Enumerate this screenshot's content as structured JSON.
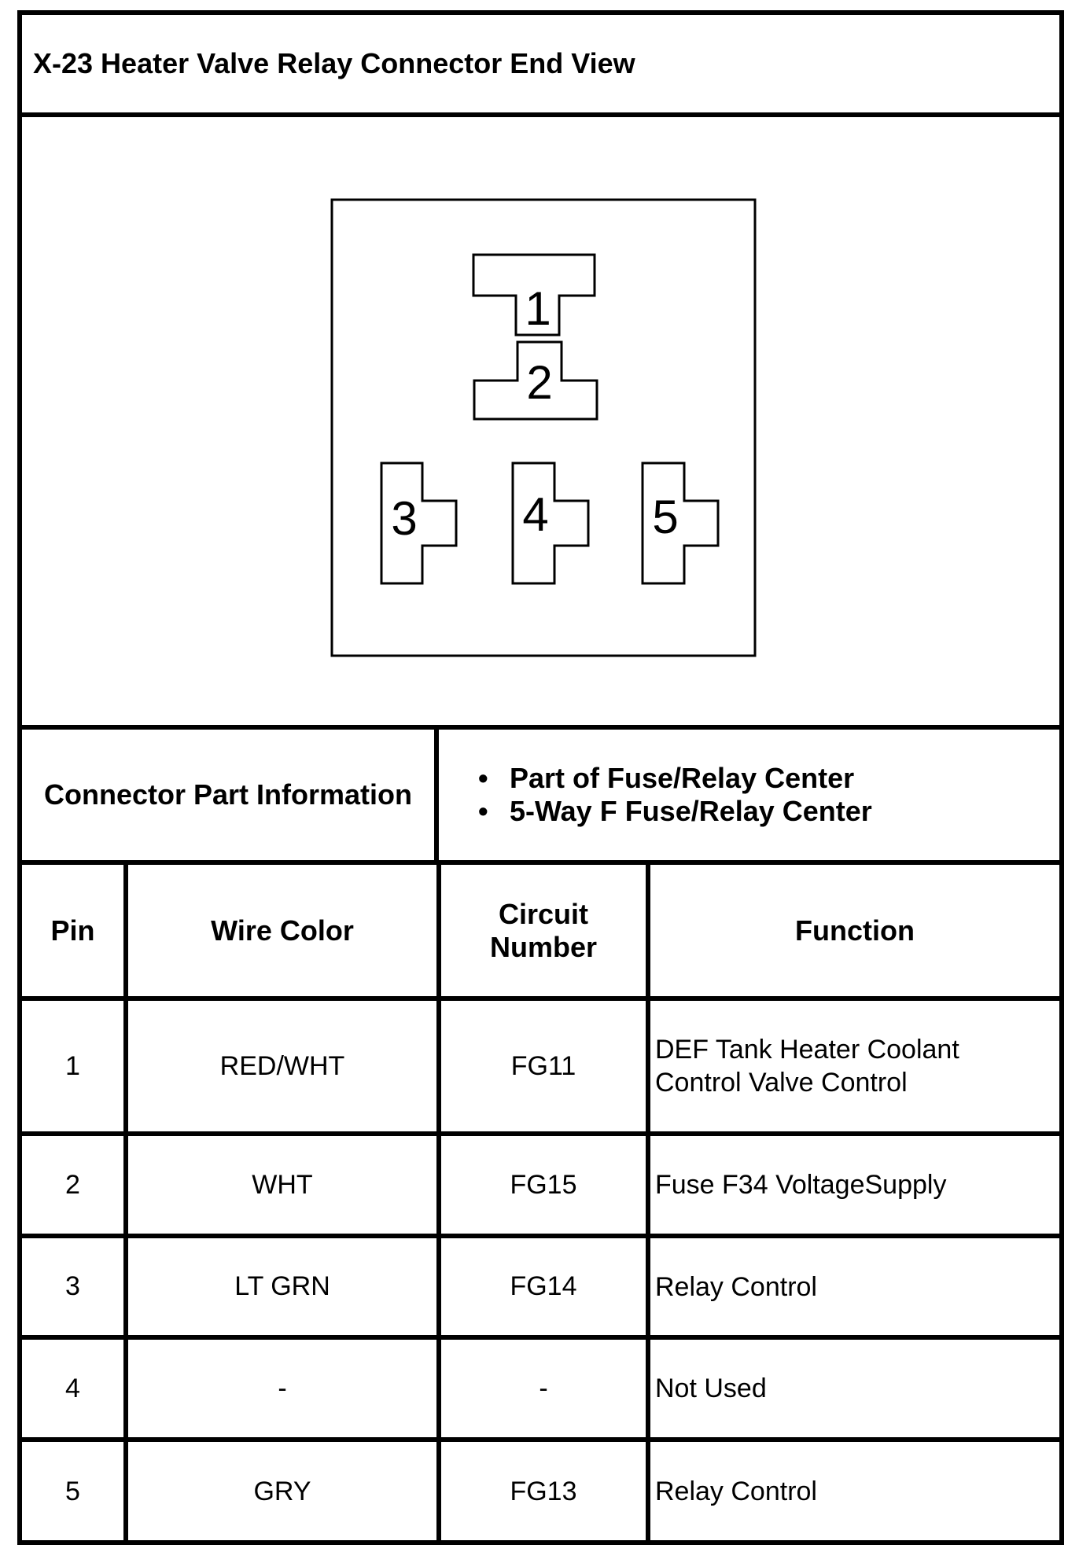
{
  "title": "X-23 Heater Valve Relay Connector End View",
  "connector": {
    "pins": [
      {
        "label": "1"
      },
      {
        "label": "2"
      },
      {
        "label": "3"
      },
      {
        "label": "4"
      },
      {
        "label": "5"
      }
    ]
  },
  "part_info": {
    "label": "Connector Part Information",
    "items": [
      "Part of Fuse/Relay Center",
      "5-Way F Fuse/Relay Center"
    ]
  },
  "table": {
    "headers": {
      "pin": "Pin",
      "wire_color": "Wire Color",
      "circuit_line1": "Circuit",
      "circuit_line2": "Number",
      "function": "Function"
    },
    "rows": [
      {
        "pin": "1",
        "wire_color": "RED/WHT",
        "circuit": "FG11",
        "function_line1": "DEF Tank Heater Coolant",
        "function_line2": "Control Valve Control"
      },
      {
        "pin": "2",
        "wire_color": "WHT",
        "circuit": "FG15",
        "function_line1": "Fuse F34 VoltageSupply",
        "function_line2": ""
      },
      {
        "pin": "3",
        "wire_color": "LT GRN",
        "circuit": "FG14",
        "function_line1": "Relay Control",
        "function_line2": ""
      },
      {
        "pin": "4",
        "wire_color": "-",
        "circuit": "-",
        "function_line1": "Not Used",
        "function_line2": ""
      },
      {
        "pin": "5",
        "wire_color": "GRY",
        "circuit": "FG13",
        "function_line1": "Relay Control",
        "function_line2": ""
      }
    ]
  }
}
